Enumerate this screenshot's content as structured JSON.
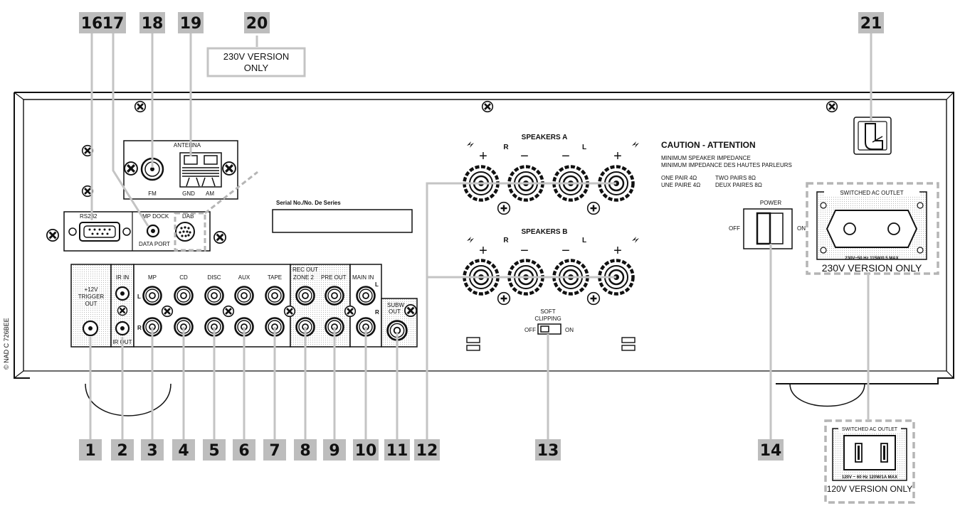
{
  "callouts": [
    "1",
    "2",
    "3",
    "4",
    "5",
    "6",
    "7",
    "8",
    "9",
    "10",
    "11",
    "12",
    "13",
    "14",
    "16",
    "17",
    "18",
    "19",
    "20",
    "21"
  ],
  "version_230_note": "230V VERSION ONLY",
  "version_120_note": "120V VERSION ONLY",
  "panel": {
    "antenna": "ANTENNA",
    "fm": "FM",
    "gnd": "GND",
    "am": "AM",
    "rs232": "RS232",
    "mp_dock": "MP DOCK",
    "data_port": "DATA PORT",
    "dab": "DAB",
    "serial": "Serial No./No. De Series",
    "speakers_a": "SPEAKERS A",
    "speakers_b": "SPEAKERS B",
    "r": "R",
    "l": "L",
    "plus": "+",
    "minus": "−",
    "caution": "CAUTION - ATTENTION",
    "min_imp_en": "MINIMUM SPEAKER IMPEDANCE",
    "min_imp_fr": "MINIMUM IMPEDANCE DES HAUTES PARLEURS",
    "one_pair": "ONE PAIR  4Ω",
    "une_paire": "UNE PAIRE  4Ω",
    "two_pairs": "TWO PAIRS  8Ω",
    "deux_paires": "DEUX PAIRES  8Ω",
    "power": "POWER",
    "off": "OFF",
    "on": "ON",
    "soft_clipping_1": "SOFT",
    "soft_clipping_2": "CLIPPING",
    "switched_ac_outlet": "SWITCHED AC OUTLET",
    "ac_230_rating": "230V~50 Hz   115W/0.5 MAX",
    "ac_230_version": "230V  VERSION ONLY",
    "ac_120_rating": "120V ~ 60 Hz   120W/1A MAX",
    "trigger_1": "+12V",
    "trigger_2": "TRIGGER",
    "trigger_3": "OUT",
    "ir_in": "IR IN",
    "ir_out": "IR OUT",
    "mp": "MP",
    "cd": "CD",
    "disc": "DISC",
    "aux": "AUX",
    "tape": "TAPE",
    "rec_out": "REC OUT",
    "zone2": "ZONE 2",
    "pre_out": "PRE  OUT",
    "main_in": "MAIN  IN",
    "subw_1": "SUBW",
    "subw_2": "OUT",
    "ch_l": "L",
    "ch_r": "R",
    "copyright": "© NAD C 726BEE"
  },
  "colors": {
    "callout_box": "#bdbdbd",
    "dashed": "#b5b5b5",
    "line": "#c4c4c4",
    "stroke": "#111111"
  }
}
